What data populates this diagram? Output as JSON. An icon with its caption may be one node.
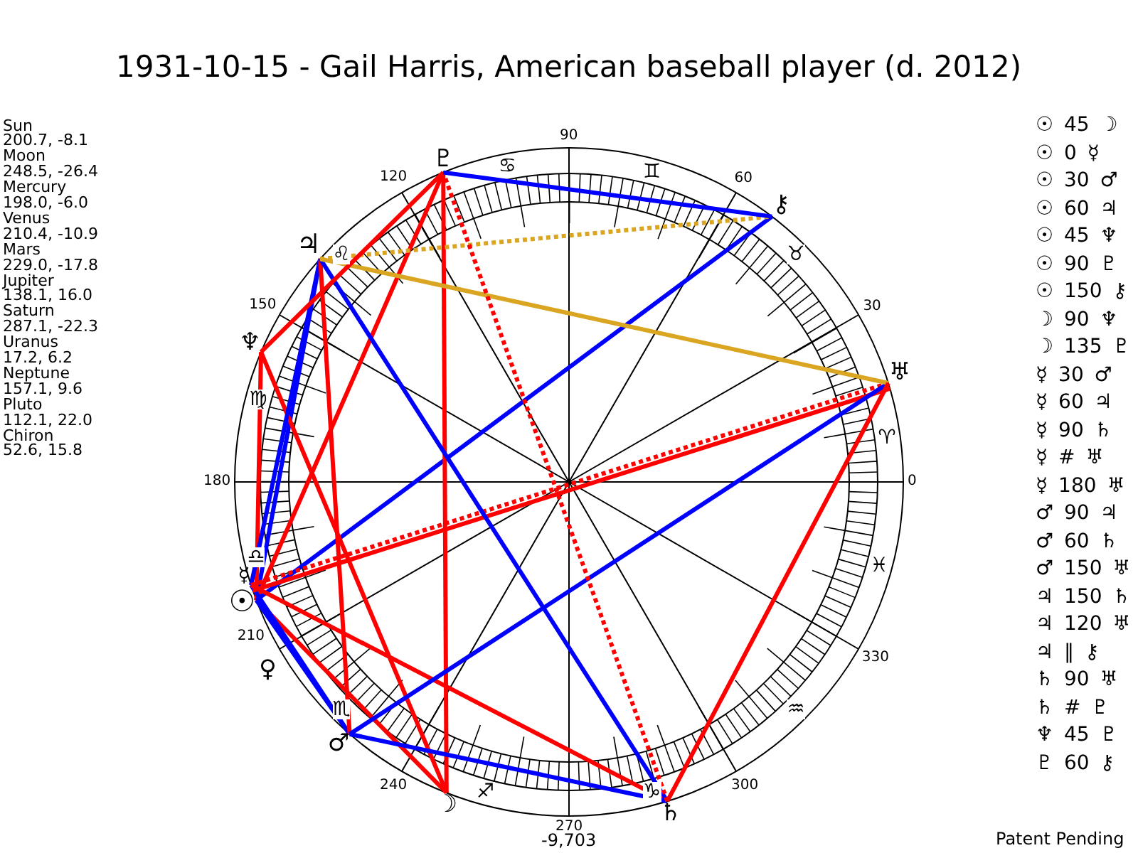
{
  "diagram": {
    "title": "1931-10-15 - Gail Harris, American baseball player (d. 2012)",
    "nodes": [
      {
        "text": [
          "♇"
        ]
      },
      {
        "text": [
          "⚷"
        ]
      },
      {
        "text": [
          "♃"
        ]
      },
      {
        "text": [
          "♆"
        ]
      },
      {
        "text": [
          "♅"
        ]
      },
      {
        "text": [
          "☿"
        ]
      },
      {
        "text": [
          "☉"
        ]
      },
      {
        "text": [
          "♂"
        ]
      },
      {
        "text": [
          "☽"
        ]
      },
      {
        "text": [
          "♄"
        ]
      }
    ],
    "edges": [
      {
        "from": 6,
        "to": 8,
        "arrow": "none"
      },
      {
        "from": 6,
        "to": 7,
        "arrow": "none",
        "color": "#0000ff"
      },
      {
        "from": 6,
        "to": 2,
        "arrow": "none",
        "color": "#0000ff"
      },
      {
        "from": 6,
        "to": 3,
        "arrow": "none"
      },
      {
        "from": 6,
        "to": 0,
        "arrow": "none"
      },
      {
        "from": 6,
        "to": 1,
        "arrow": "none",
        "color": "#0000ff"
      },
      {
        "from": 8,
        "to": 3,
        "arrow": "none"
      },
      {
        "from": 8,
        "to": 0,
        "arrow": "none"
      },
      {
        "from": 5,
        "to": 7,
        "arrow": "none",
        "color": "#0000ff"
      },
      {
        "from": 5,
        "to": 2,
        "arrow": "none",
        "color": "#0000ff"
      },
      {
        "from": 5,
        "to": 9,
        "arrow": "none"
      },
      {
        "from": 5,
        "to": 4,
        "arrow": "none",
        "style": "dashed"
      },
      {
        "from": 5,
        "to": 4,
        "arrow": "none"
      },
      {
        "from": 7,
        "to": 2,
        "arrow": "none"
      },
      {
        "from": 7,
        "to": 9,
        "arrow": "none",
        "color": "#0000ff"
      },
      {
        "from": 7,
        "to": 4,
        "arrow": "none",
        "color": "#0000ff"
      },
      {
        "from": 2,
        "to": 9,
        "arrow": "none",
        "color": "#0000ff"
      },
      {
        "from": 2,
        "to": 4,
        "arrow": "none",
        "color": "#daa520"
      },
      {
        "from": 2,
        "to": 1,
        "arrow": "none",
        "style": "dashed",
        "color": "#daa520"
      },
      {
        "from": 9,
        "to": 4,
        "arrow": "none"
      },
      {
        "from": 9,
        "to": 0,
        "arrow": "none",
        "style": "dashed"
      },
      {
        "from": 3,
        "to": 0,
        "arrow": "none"
      },
      {
        "from": 0,
        "to": 1,
        "arrow": "none",
        "color": "#0000ff"
      }
    ],
    "labels": [
      "Sun",
      "200.7, -8.1",
      "Moon",
      "248.5, -26.4",
      "Mercury",
      "198.0, -6.0",
      "Venus",
      "210.4, -10.9",
      "Mars",
      "229.0, -17.8",
      "Jupiter",
      "138.1, 16.0",
      "Saturn",
      "287.1, -22.3",
      "Uranus",
      "17.2, 6.2",
      "Neptune",
      "157.1, 9.6",
      "Pluto",
      "112.1, 22.0",
      "Chiron",
      "52.6, 15.8",
      "0",
      "30",
      "60",
      "90",
      "120",
      "150",
      "180",
      "210",
      "240",
      "270",
      "300",
      "330",
      "♈",
      "♉",
      "♊",
      "♋",
      "♌",
      "♍",
      "♎",
      "♏",
      "♐",
      "♑",
      "♒",
      "♓",
      "♀",
      "☉ 45 ☽",
      "☉ 0 ☿",
      "☉ 30 ♂",
      "☉ 60 ♃",
      "☉ 45 ♆",
      "☉ 90 ♇",
      "☉ 150 ⚷",
      "☽ 90 ♆",
      "☽ 135 ♇",
      "☿ 30 ♂",
      "☿ 60 ♃",
      "☿ 90 ♄",
      "☿ # ♅",
      "☿ 180 ♅",
      "♂ 90 ♃",
      "♂ 60 ♄",
      "♂ 150 ♅",
      "♃ 150 ♄",
      "♃ 120 ♅",
      "♃ ‖ ⚷",
      "♄ 90 ♅",
      "♄ # ♇",
      "♆ 45 ♇",
      "♇ 60 ⚷",
      "-9,703",
      "Patent Pending"
    ]
  }
}
